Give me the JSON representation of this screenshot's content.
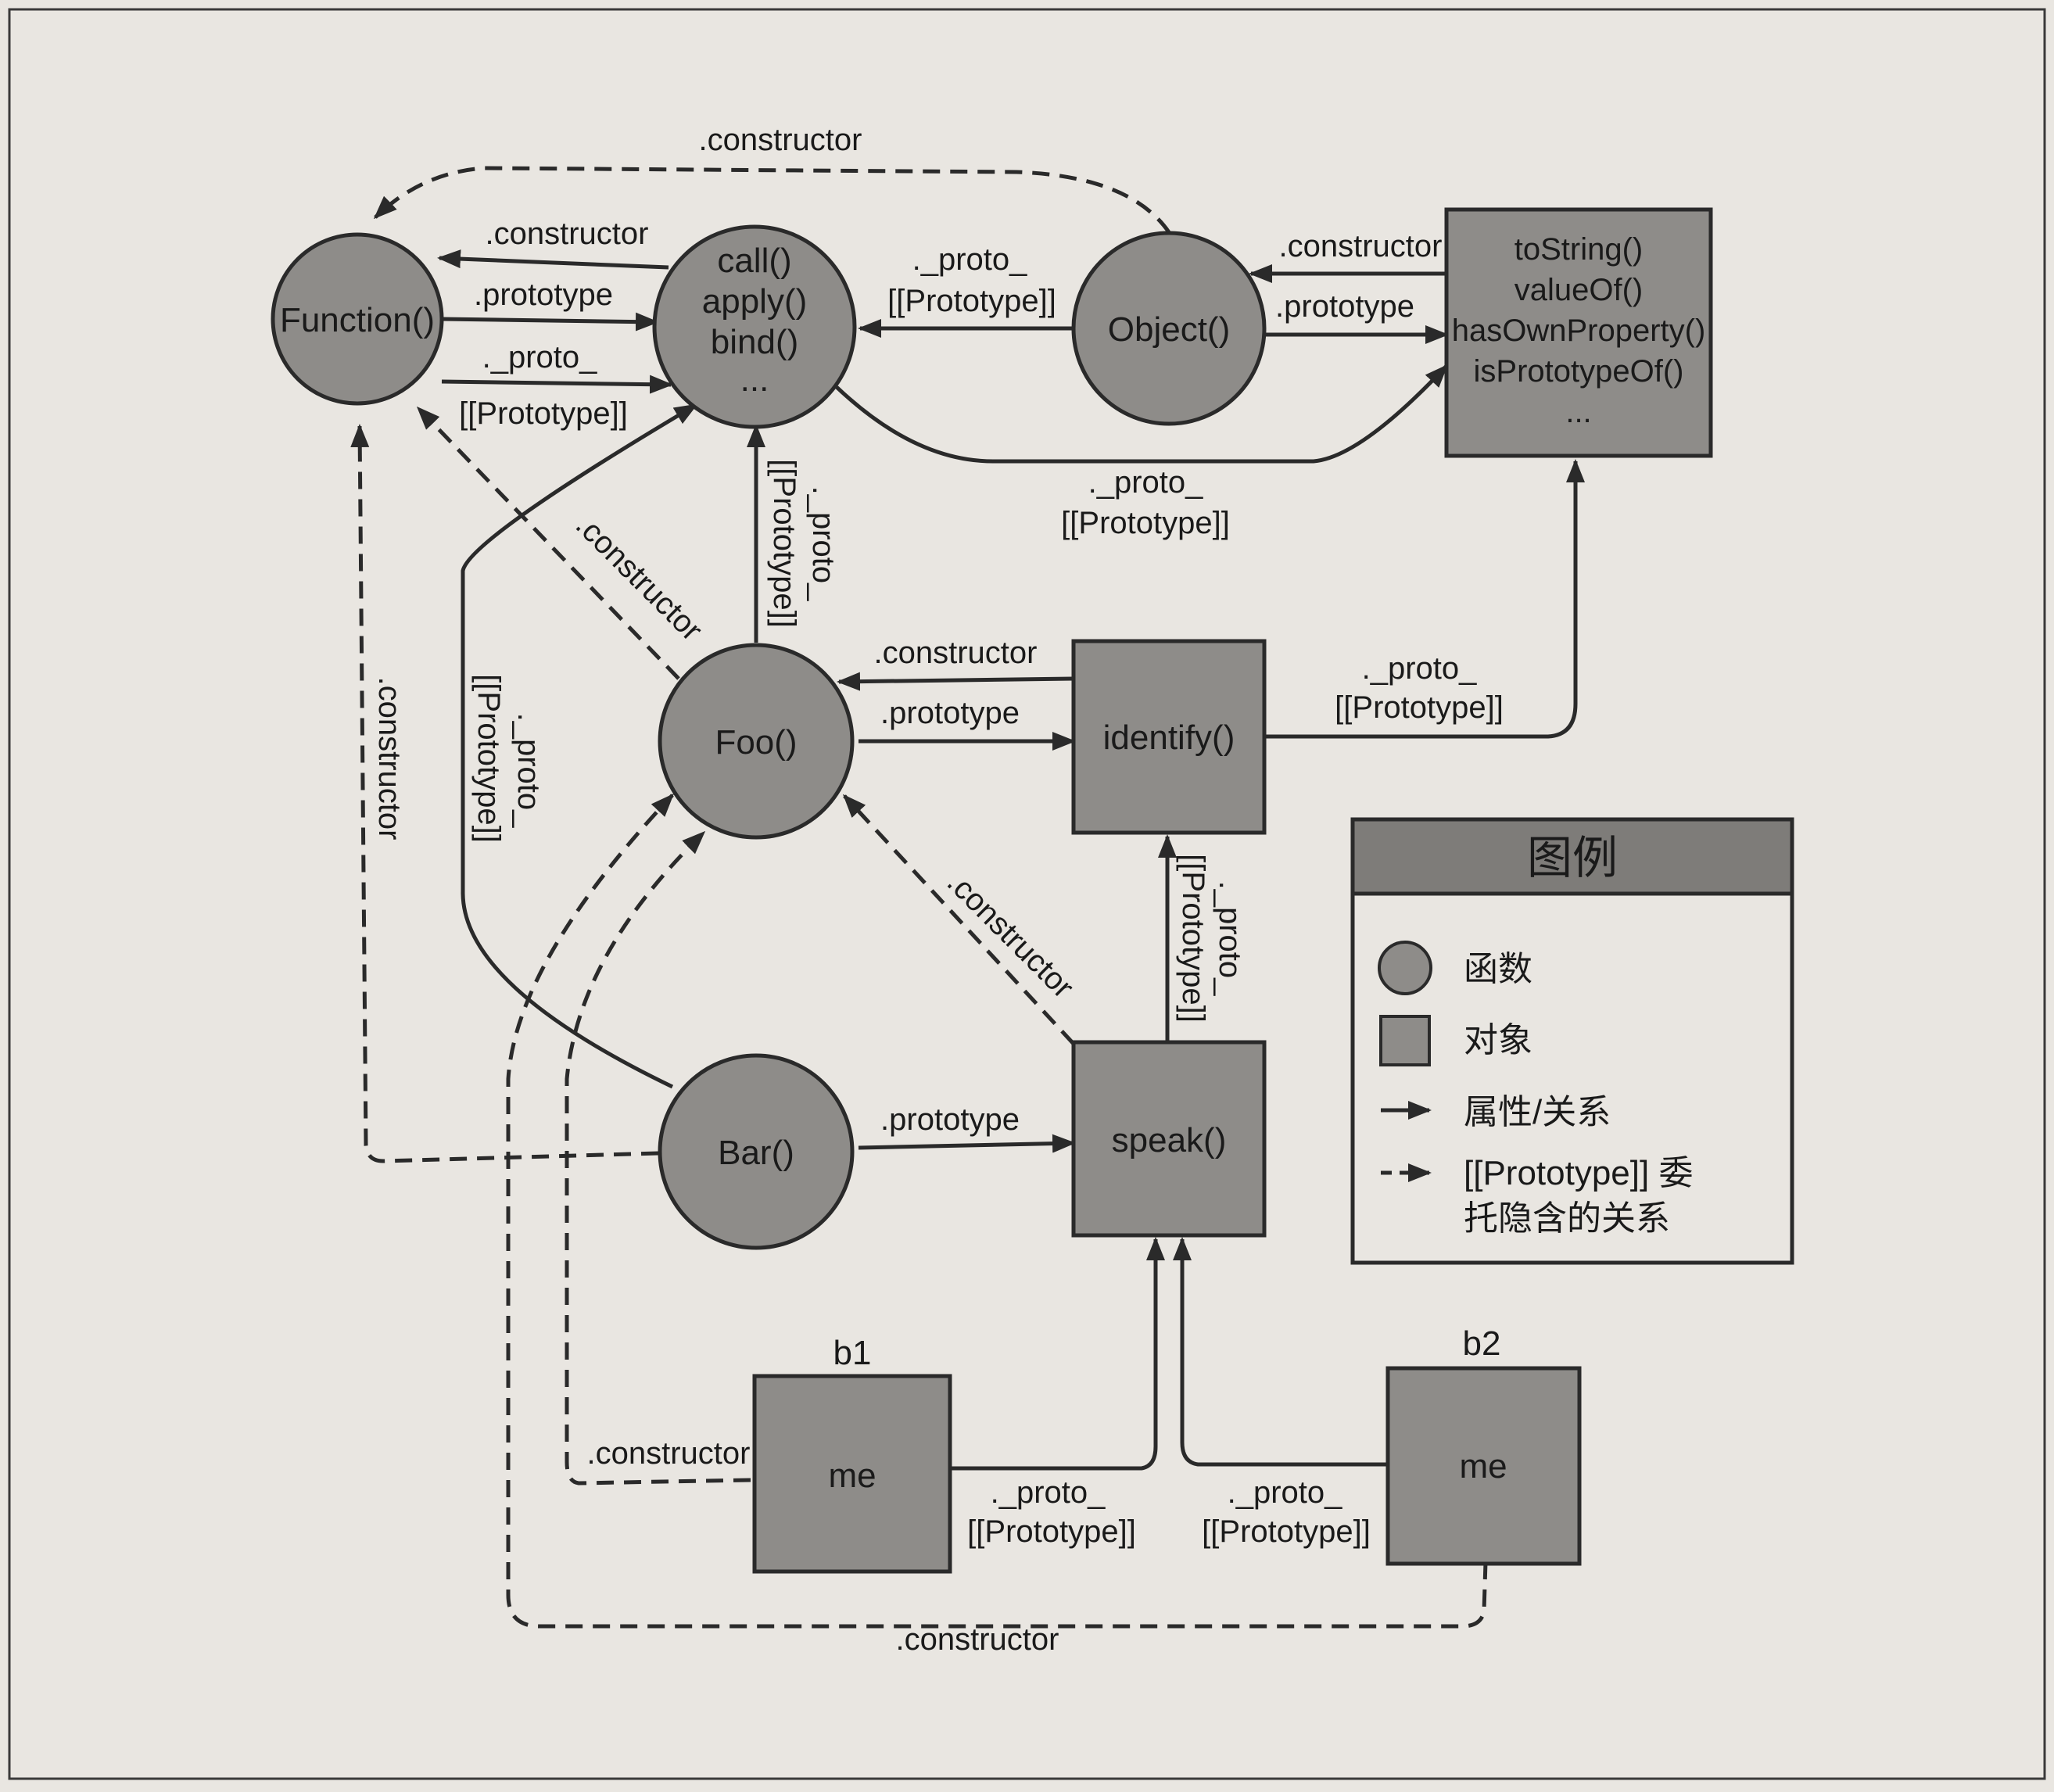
{
  "nodes": {
    "function": {
      "label": "Function()"
    },
    "funcproto": {
      "lines": [
        "call()",
        "apply()",
        "bind()",
        "..."
      ]
    },
    "object": {
      "label": "Object()"
    },
    "objproto": {
      "lines": [
        "toString()",
        "valueOf()",
        "hasOwnProperty()",
        "isPrototypeOf()",
        "..."
      ]
    },
    "foo": {
      "label": "Foo()"
    },
    "identify": {
      "label": "identify()"
    },
    "bar": {
      "label": "Bar()"
    },
    "speak": {
      "label": "speak()"
    },
    "b1": {
      "name": "b1",
      "label": "me"
    },
    "b2": {
      "name": "b2",
      "label": "me"
    }
  },
  "edge_labels": {
    "object_function_constructor": ".constructor",
    "funcproto_function_constructor": ".constructor",
    "function_funcproto_prototype": ".prototype",
    "function_funcproto_proto": "._proto_",
    "function_funcproto_proto2": "[[Prototype]]",
    "object_funcproto_proto": "._proto_",
    "object_funcproto_proto2": "[[Prototype]]",
    "objproto_object_constructor": ".constructor",
    "object_objproto_prototype": ".prototype",
    "funcproto_objproto_proto": "._proto_",
    "funcproto_objproto_proto2": "[[Prototype]]",
    "foo_function_constructor": ".constructor",
    "foo_funcproto_proto": "._proto_",
    "foo_funcproto_proto2": "[[Prototype]]",
    "bar_function_constructor": ".constructor",
    "bar_funcproto_proto": "._proto_",
    "bar_funcproto_proto2": "[[Prototype]]",
    "identify_foo_constructor": ".constructor",
    "foo_identify_prototype": ".prototype",
    "identify_objproto_proto": "._proto_",
    "identify_objproto_proto2": "[[Prototype]]",
    "speak_identify_proto": "._proto_",
    "speak_identify_proto2": "[[Prototype]]",
    "speak_foo_constructor": ".constructor",
    "bar_speak_prototype": ".prototype",
    "b1_foo_constructor": ".constructor",
    "b1_speak_proto": "._proto_",
    "b1_speak_proto2": "[[Prototype]]",
    "b2_speak_proto": "._proto_",
    "b2_speak_proto2": "[[Prototype]]",
    "b2_foo_constructor": ".constructor"
  },
  "legend": {
    "title": "图例",
    "function_label": "函数",
    "object_label": "对象",
    "property_label": "属性/关系",
    "delegation_label_1": "[[Prototype]] 委",
    "delegation_label_2": "托隐含的关系"
  },
  "colors": {
    "background": "#e9e6e1",
    "node_fill": "#8e8c89",
    "stroke": "#2a2a2a",
    "legend_header": "#7e7c79"
  }
}
